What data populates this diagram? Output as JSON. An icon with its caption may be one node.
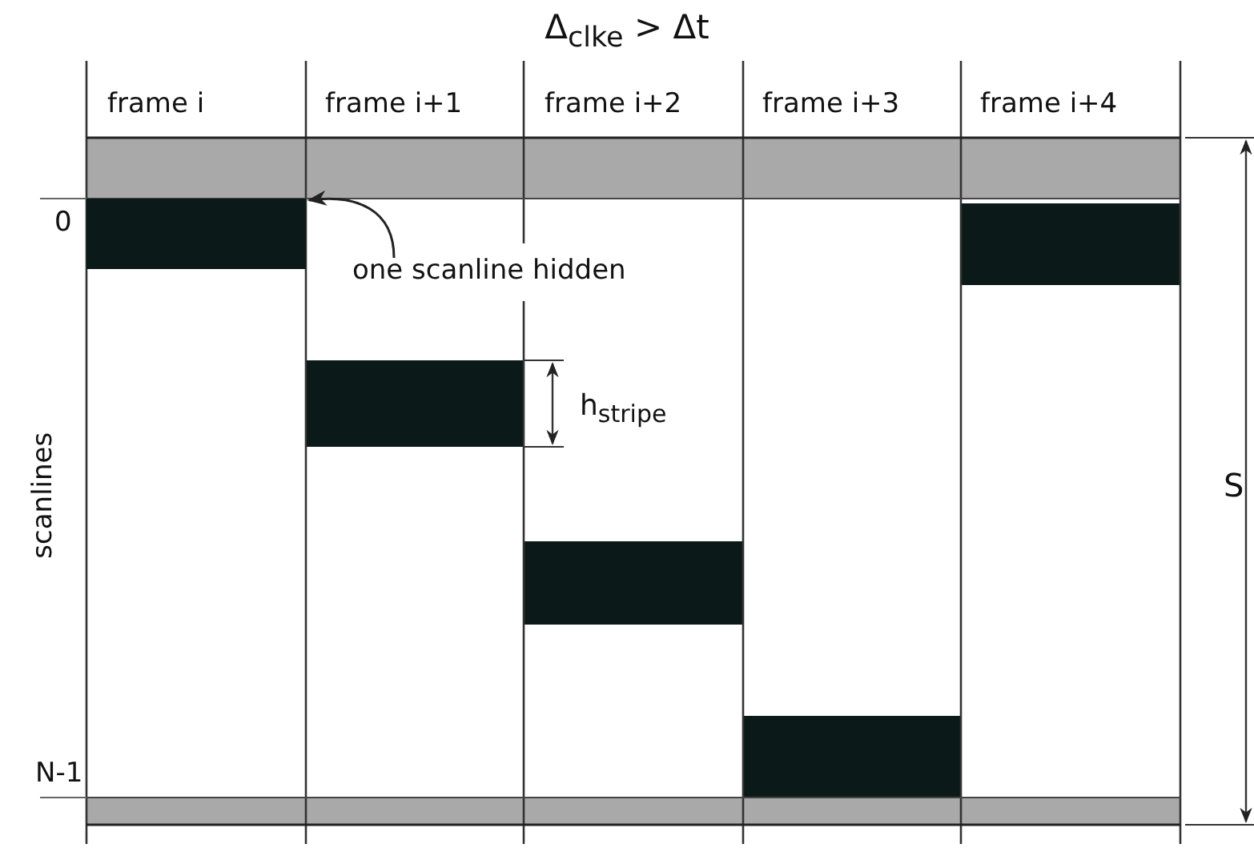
{
  "diagram": {
    "title": "Δ$_{clke}$ > Δt",
    "nodes": [
      {
        "text": [
          "one scanline hidden"
        ]
      },
      {
        "text": [],
        "shape": "bar"
      }
    ],
    "edges": [
      {
        "from": 0,
        "to": 1,
        "arrow": "to"
      }
    ],
    "labels": [
      "frame i",
      "frame i+1",
      "frame i+2",
      "frame i+3",
      "frame i+4",
      "0",
      "h$_{stripe}$",
      "scanlines",
      "S",
      "N-1"
    ]
  }
}
